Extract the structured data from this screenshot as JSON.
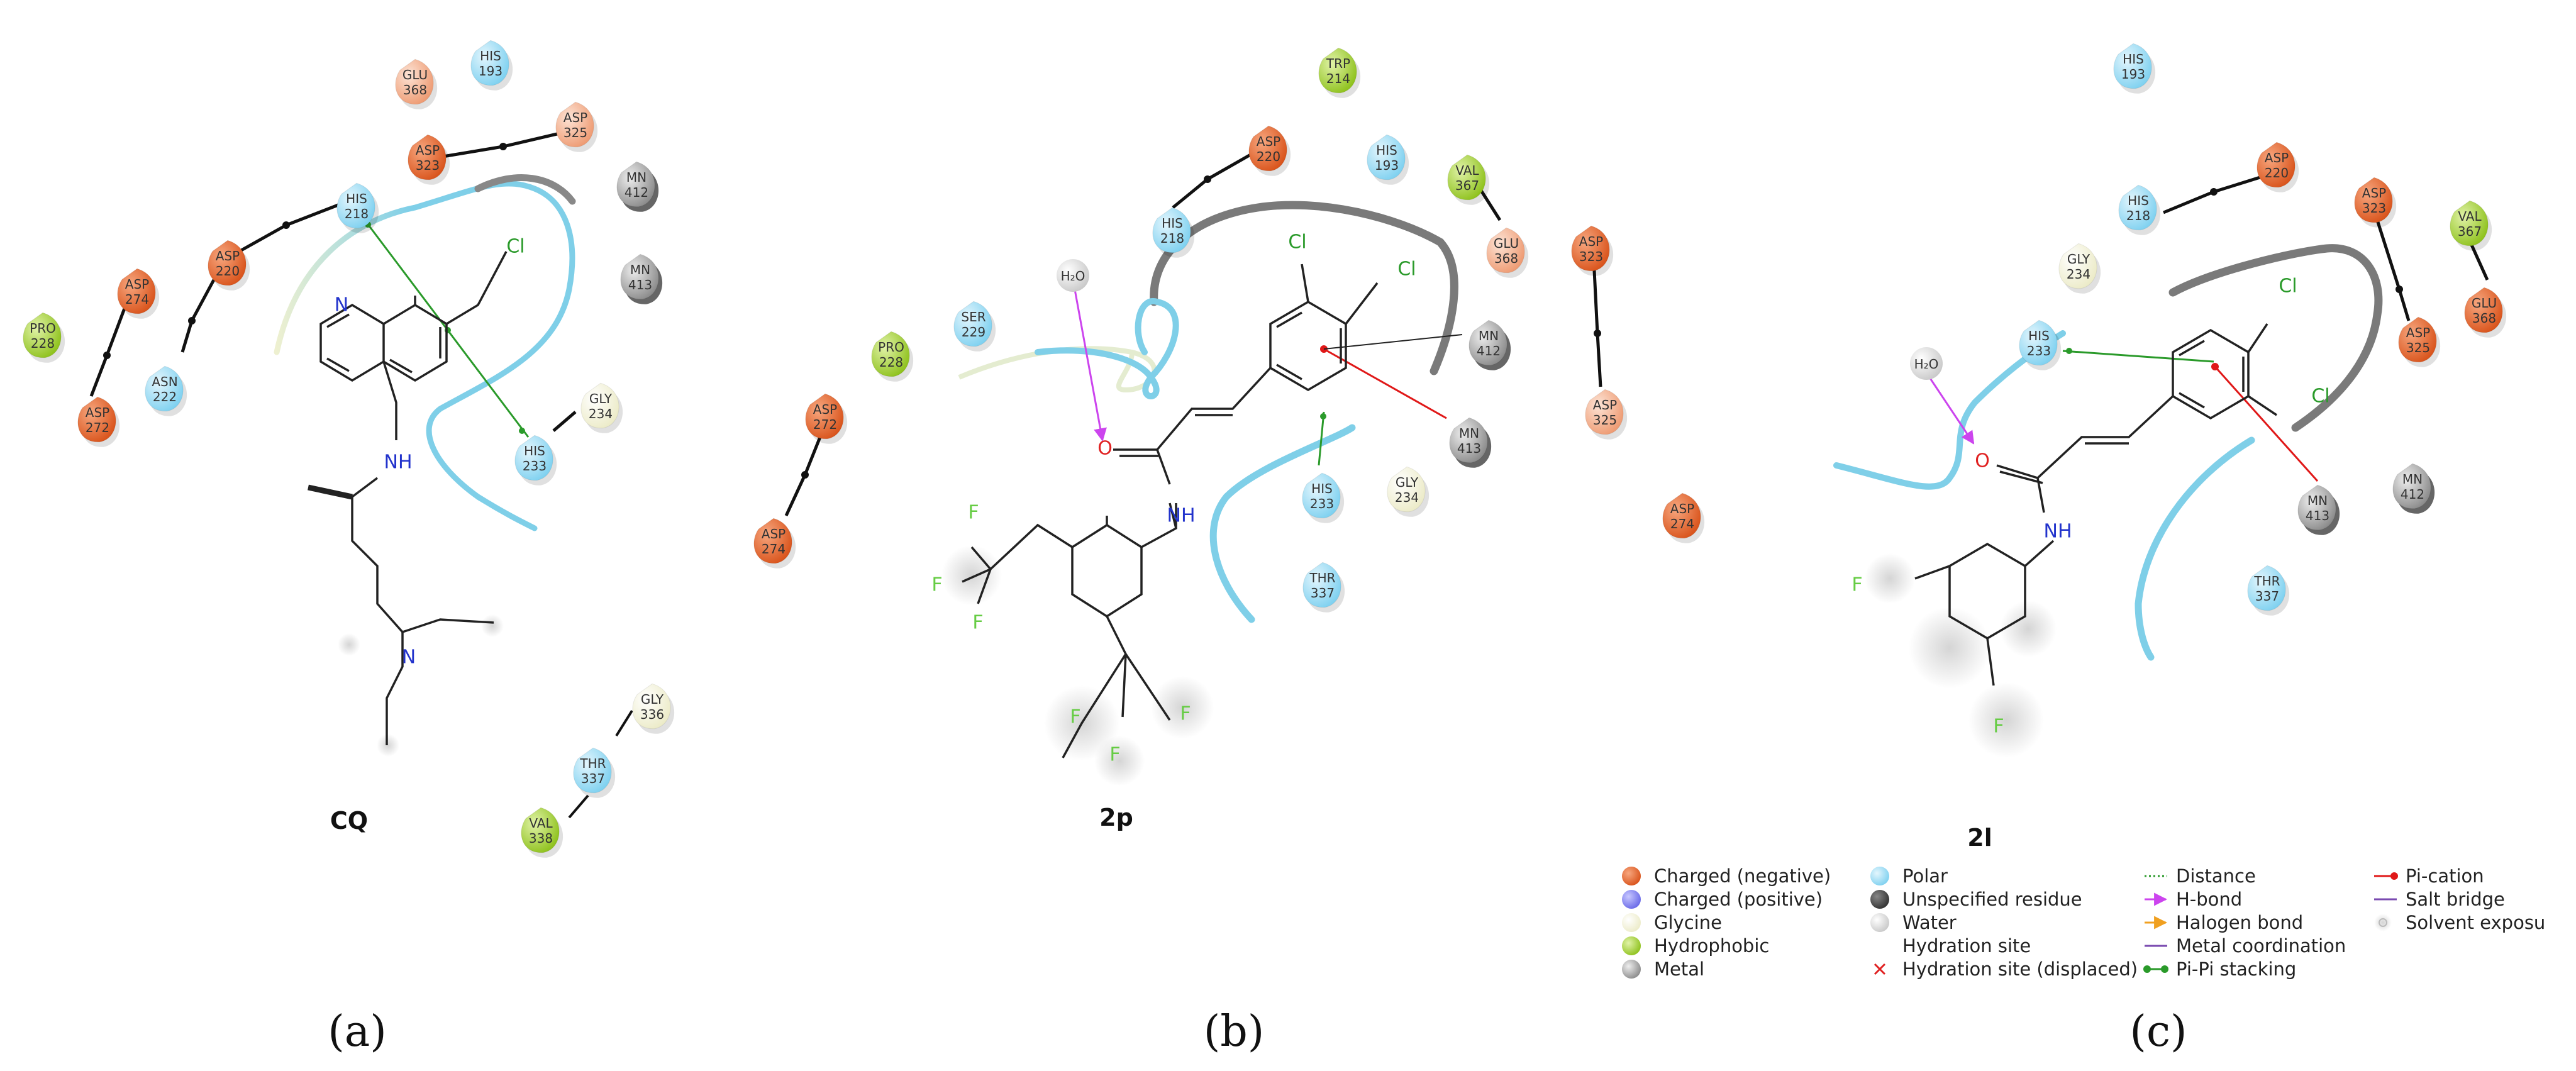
{
  "colors": {
    "negative": "#e8642c",
    "negative_light": "#f6b89a",
    "polar": "#a9def5",
    "polar_dark": "#57c3ea",
    "glycine": "#f4f4dc",
    "hydrophobic": "#a6d23a",
    "metal": "#9a9a9a",
    "pocket_blue": "#7fcfe8",
    "pocket_grey": "#777777"
  },
  "panels": [
    {
      "id": "a",
      "caption": "(a)",
      "compound": "CQ",
      "residues": [
        {
          "name": "HIS",
          "num": "193",
          "type": "polar"
        },
        {
          "name": "GLU",
          "num": "368",
          "type": "negative_light"
        },
        {
          "name": "ASP",
          "num": "325",
          "type": "negative_light"
        },
        {
          "name": "ASP",
          "num": "323",
          "type": "negative"
        },
        {
          "name": "MN",
          "num": "412",
          "type": "metal"
        },
        {
          "name": "MN",
          "num": "413",
          "type": "metal"
        },
        {
          "name": "HIS",
          "num": "218",
          "type": "polar"
        },
        {
          "name": "ASP",
          "num": "220",
          "type": "negative"
        },
        {
          "name": "ASP",
          "num": "274",
          "type": "negative"
        },
        {
          "name": "PRO",
          "num": "228",
          "type": "hydrophobic"
        },
        {
          "name": "ASP",
          "num": "272",
          "type": "negative"
        },
        {
          "name": "ASN",
          "num": "222",
          "type": "polar"
        },
        {
          "name": "GLY",
          "num": "234",
          "type": "glycine"
        },
        {
          "name": "HIS",
          "num": "233",
          "type": "polar"
        },
        {
          "name": "GLY",
          "num": "336",
          "type": "glycine"
        },
        {
          "name": "THR",
          "num": "337",
          "type": "polar"
        },
        {
          "name": "VAL",
          "num": "338",
          "type": "hydrophobic"
        }
      ],
      "atoms": [
        "Cl",
        "N",
        "NH",
        "N"
      ]
    },
    {
      "id": "b",
      "caption": "(b)",
      "compound": "2p",
      "residues": [
        {
          "name": "TRP",
          "num": "214",
          "type": "hydrophobic"
        },
        {
          "name": "ASP",
          "num": "220",
          "type": "negative"
        },
        {
          "name": "HIS",
          "num": "193",
          "type": "polar"
        },
        {
          "name": "VAL",
          "num": "367",
          "type": "hydrophobic"
        },
        {
          "name": "HIS",
          "num": "218",
          "type": "polar"
        },
        {
          "name": "GLU",
          "num": "368",
          "type": "negative_light"
        },
        {
          "name": "ASP",
          "num": "323",
          "type": "negative"
        },
        {
          "name": "SER",
          "num": "229",
          "type": "polar"
        },
        {
          "name": "PRO",
          "num": "228",
          "type": "hydrophobic"
        },
        {
          "name": "ASP",
          "num": "272",
          "type": "negative"
        },
        {
          "name": "ASP",
          "num": "274",
          "type": "negative"
        },
        {
          "name": "MN",
          "num": "412",
          "type": "metal"
        },
        {
          "name": "MN",
          "num": "413",
          "type": "metal"
        },
        {
          "name": "HIS",
          "num": "233",
          "type": "polar"
        },
        {
          "name": "GLY",
          "num": "234",
          "type": "glycine"
        },
        {
          "name": "ASP",
          "num": "325",
          "type": "negative_light"
        },
        {
          "name": "ASP",
          "num": "274",
          "type": "negative"
        },
        {
          "name": "THR",
          "num": "337",
          "type": "polar"
        }
      ],
      "water": "H₂O",
      "atoms": [
        "Cl",
        "Cl",
        "O",
        "NH",
        "F",
        "F",
        "F",
        "F",
        "F",
        "F"
      ]
    },
    {
      "id": "c",
      "caption": "(c)",
      "compound": "2l",
      "residues": [
        {
          "name": "HIS",
          "num": "193",
          "type": "polar"
        },
        {
          "name": "HIS",
          "num": "218",
          "type": "polar"
        },
        {
          "name": "ASP",
          "num": "220",
          "type": "negative"
        },
        {
          "name": "ASP",
          "num": "323",
          "type": "negative"
        },
        {
          "name": "VAL",
          "num": "367",
          "type": "hydrophobic"
        },
        {
          "name": "GLY",
          "num": "234",
          "type": "glycine"
        },
        {
          "name": "GLU",
          "num": "368",
          "type": "negative"
        },
        {
          "name": "HIS",
          "num": "233",
          "type": "polar"
        },
        {
          "name": "ASP",
          "num": "325",
          "type": "negative"
        },
        {
          "name": "MN",
          "num": "413",
          "type": "metal"
        },
        {
          "name": "MN",
          "num": "412",
          "type": "metal"
        },
        {
          "name": "THR",
          "num": "337",
          "type": "polar"
        }
      ],
      "water": "H₂O",
      "atoms": [
        "Cl",
        "Cl",
        "O",
        "NH",
        "F",
        "F"
      ]
    }
  ],
  "legend": {
    "col1": [
      {
        "label": "Charged (negative)",
        "icon": "dot-orange"
      },
      {
        "label": "Charged (positive)",
        "icon": "dot-blue"
      },
      {
        "label": "Glycine",
        "icon": "dot-cream"
      },
      {
        "label": "Hydrophobic",
        "icon": "dot-green"
      },
      {
        "label": "Metal",
        "icon": "dot-grey"
      }
    ],
    "col2": [
      {
        "label": "Polar",
        "icon": "dot-cyan"
      },
      {
        "label": "Unspecified residue",
        "icon": "dot-dark"
      },
      {
        "label": "Water",
        "icon": "dot-light"
      },
      {
        "label": "Hydration site",
        "icon": "none"
      },
      {
        "label": "Hydration site (displaced)",
        "icon": "cross-red"
      }
    ],
    "col3": [
      {
        "label": "Distance",
        "icon": "dotted-green"
      },
      {
        "label": "H-bond",
        "icon": "arrow-magenta"
      },
      {
        "label": "Halogen bond",
        "icon": "arrow-orange"
      },
      {
        "label": "Metal coordination",
        "icon": "line-purple"
      },
      {
        "label": "Pi-Pi stacking",
        "icon": "line-green-dots"
      }
    ],
    "col4": [
      {
        "label": "Pi-cation",
        "icon": "line-red-dot"
      },
      {
        "label": "Salt bridge",
        "icon": "line-purple"
      },
      {
        "label": "Solvent exposu",
        "icon": "ring-grey"
      }
    ]
  }
}
